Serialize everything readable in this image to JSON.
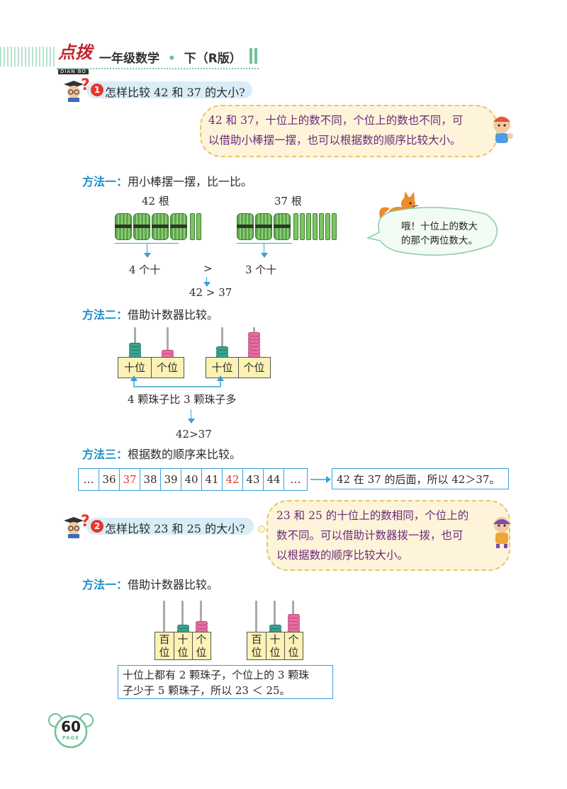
{
  "header": {
    "logo_text": "点拨",
    "logo_sub": "DIAN BO",
    "book_title": "一年级数学",
    "separator": "•",
    "edition": "下（R版）"
  },
  "q1": {
    "number": "1",
    "qmark": "?",
    "title": "怎样比较 42 和 37 的大小?",
    "bubble_line1": "42 和 37，十位上的数不同，个位上的数也不同，可",
    "bubble_line2": "以借助小棒摆一摆，也可以根据数的顺序比较大小。"
  },
  "method1": {
    "label": "方法一：",
    "text": "用小棒摆一摆，比一比。",
    "left_label": "42 根",
    "right_label": "37 根",
    "left_result": "4 个十",
    "right_result": "3 个十",
    "compare": ">",
    "conclusion": "42 > 37",
    "fox_line1": "哦！十位上的数大",
    "fox_line2": "的那个两位数大。"
  },
  "method2": {
    "label": "方法二：",
    "text": "借助计数器比较。",
    "tens": "十位",
    "ones": "个位",
    "compare_text": "4 颗珠子比 3 颗珠子多",
    "conclusion": "42>37"
  },
  "method3": {
    "label": "方法三：",
    "text": "根据数的顺序来比较。",
    "sequence": [
      "…",
      "36",
      "37",
      "38",
      "39",
      "40",
      "41",
      "42",
      "43",
      "44",
      "…"
    ],
    "result": "42 在 37 的后面，所以 42＞37。"
  },
  "q2": {
    "number": "2",
    "qmark": "?",
    "title": "怎样比较 23 和 25 的大小?",
    "bubble_line1": "23 和 25 的十位上的数相同，个位上的",
    "bubble_line2": "数不同。可以借助计数器拨一拨，也可",
    "bubble_line3": "以根据数的顺序比较大小。"
  },
  "q2method1": {
    "label": "方法一：",
    "text": "借助计数器比较。",
    "hundreds_a": "百",
    "hundreds_b": "位",
    "tens_a": "十",
    "tens_b": "位",
    "ones_a": "个",
    "ones_b": "位",
    "note_line1": "十位上都有 2 颗珠子，个位上的 3 颗珠",
    "note_line2": "子少于 5 颗珠子，所以 23 ＜ 25。"
  },
  "footer": {
    "page": "60",
    "page_word": "PAGE"
  },
  "colors": {
    "accent_blue": "#1e90c8",
    "highlight_red": "#e8352b",
    "bead_teal": "#34a48f",
    "bead_pink": "#ea6aa3"
  }
}
